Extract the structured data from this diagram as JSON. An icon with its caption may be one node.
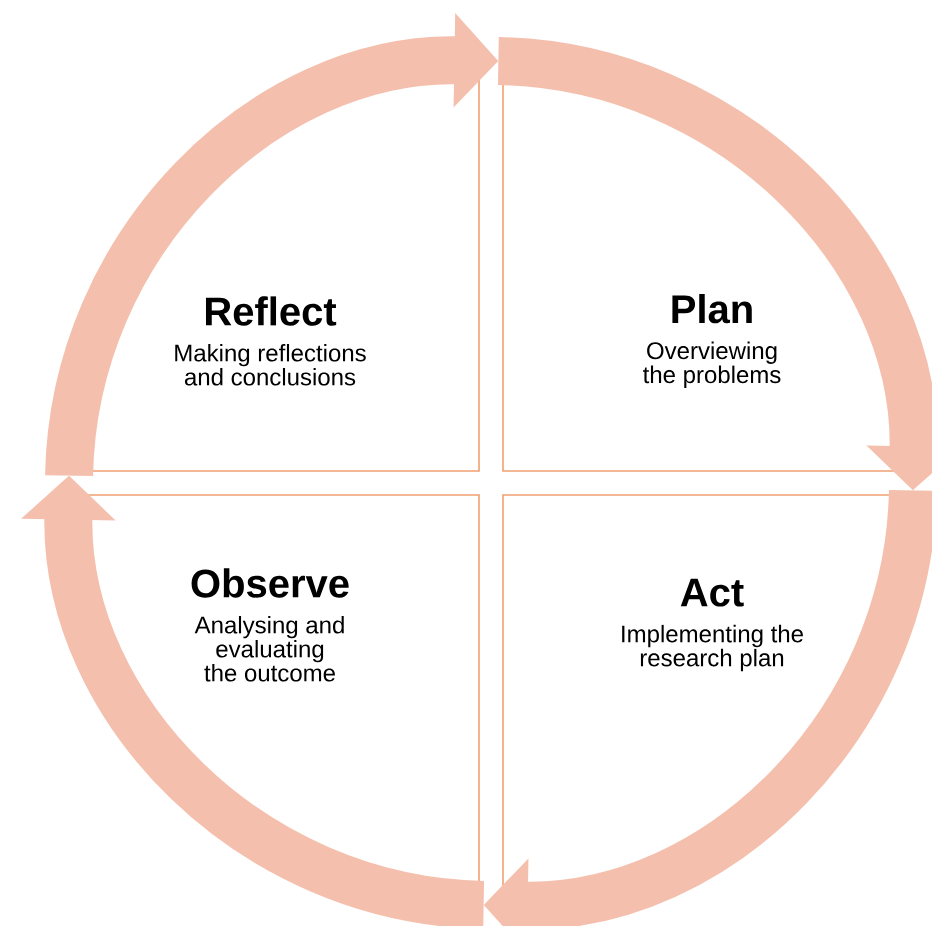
{
  "diagram": {
    "nodes": [
      {
        "text": [
          "Reflect",
          "Making reflections and conclusions"
        ]
      },
      {
        "text": [
          "Plan",
          "Overviewing the problems"
        ]
      },
      {
        "text": [
          "Observe",
          "Analysing and evaluating the outcome"
        ]
      },
      {
        "text": [
          "Act",
          "Implementing the research plan"
        ]
      }
    ],
    "edges": [
      {
        "from": 0,
        "to": 1,
        "arrow": "to"
      },
      {
        "from": 1,
        "to": 3,
        "arrow": "to"
      },
      {
        "from": 3,
        "to": 2,
        "arrow": "to"
      },
      {
        "from": 2,
        "to": 0,
        "arrow": "to"
      }
    ]
  }
}
